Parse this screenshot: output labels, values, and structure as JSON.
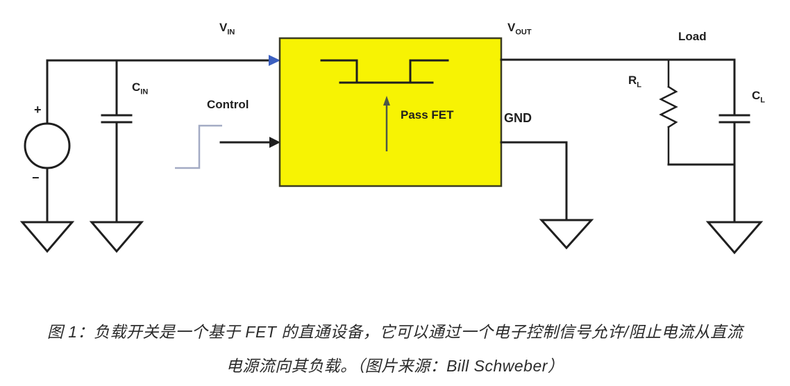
{
  "figure": {
    "caption_line1": "图 1：负载开关是一个基于 FET 的直通设备，它可以通过一个电子控制信号允许/阻止电流从直流",
    "caption_line2": "电源流向其负载。（图片来源：Bill Schweber）"
  },
  "labels": {
    "vin": {
      "main": "V",
      "sub": "IN"
    },
    "cin": {
      "main": "C",
      "sub": "IN"
    },
    "control": "Control",
    "pass_fet": "Pass FET",
    "vout": {
      "main": "V",
      "sub": "OUT"
    },
    "gnd": "GND",
    "load": "Load",
    "rl": {
      "main": "R",
      "sub": "L"
    },
    "cl": {
      "main": "C",
      "sub": "L"
    },
    "plus": "+",
    "minus": "−"
  },
  "colors": {
    "box_fill": "#f7f303",
    "box_border": "#3c3c22",
    "wire": "#1f1f1f",
    "vin_arrow": "#3b5fc0",
    "step_signal": "#a3abc4",
    "fet_arrow": "#4d5748",
    "caption_text": "#2b2b2b"
  }
}
